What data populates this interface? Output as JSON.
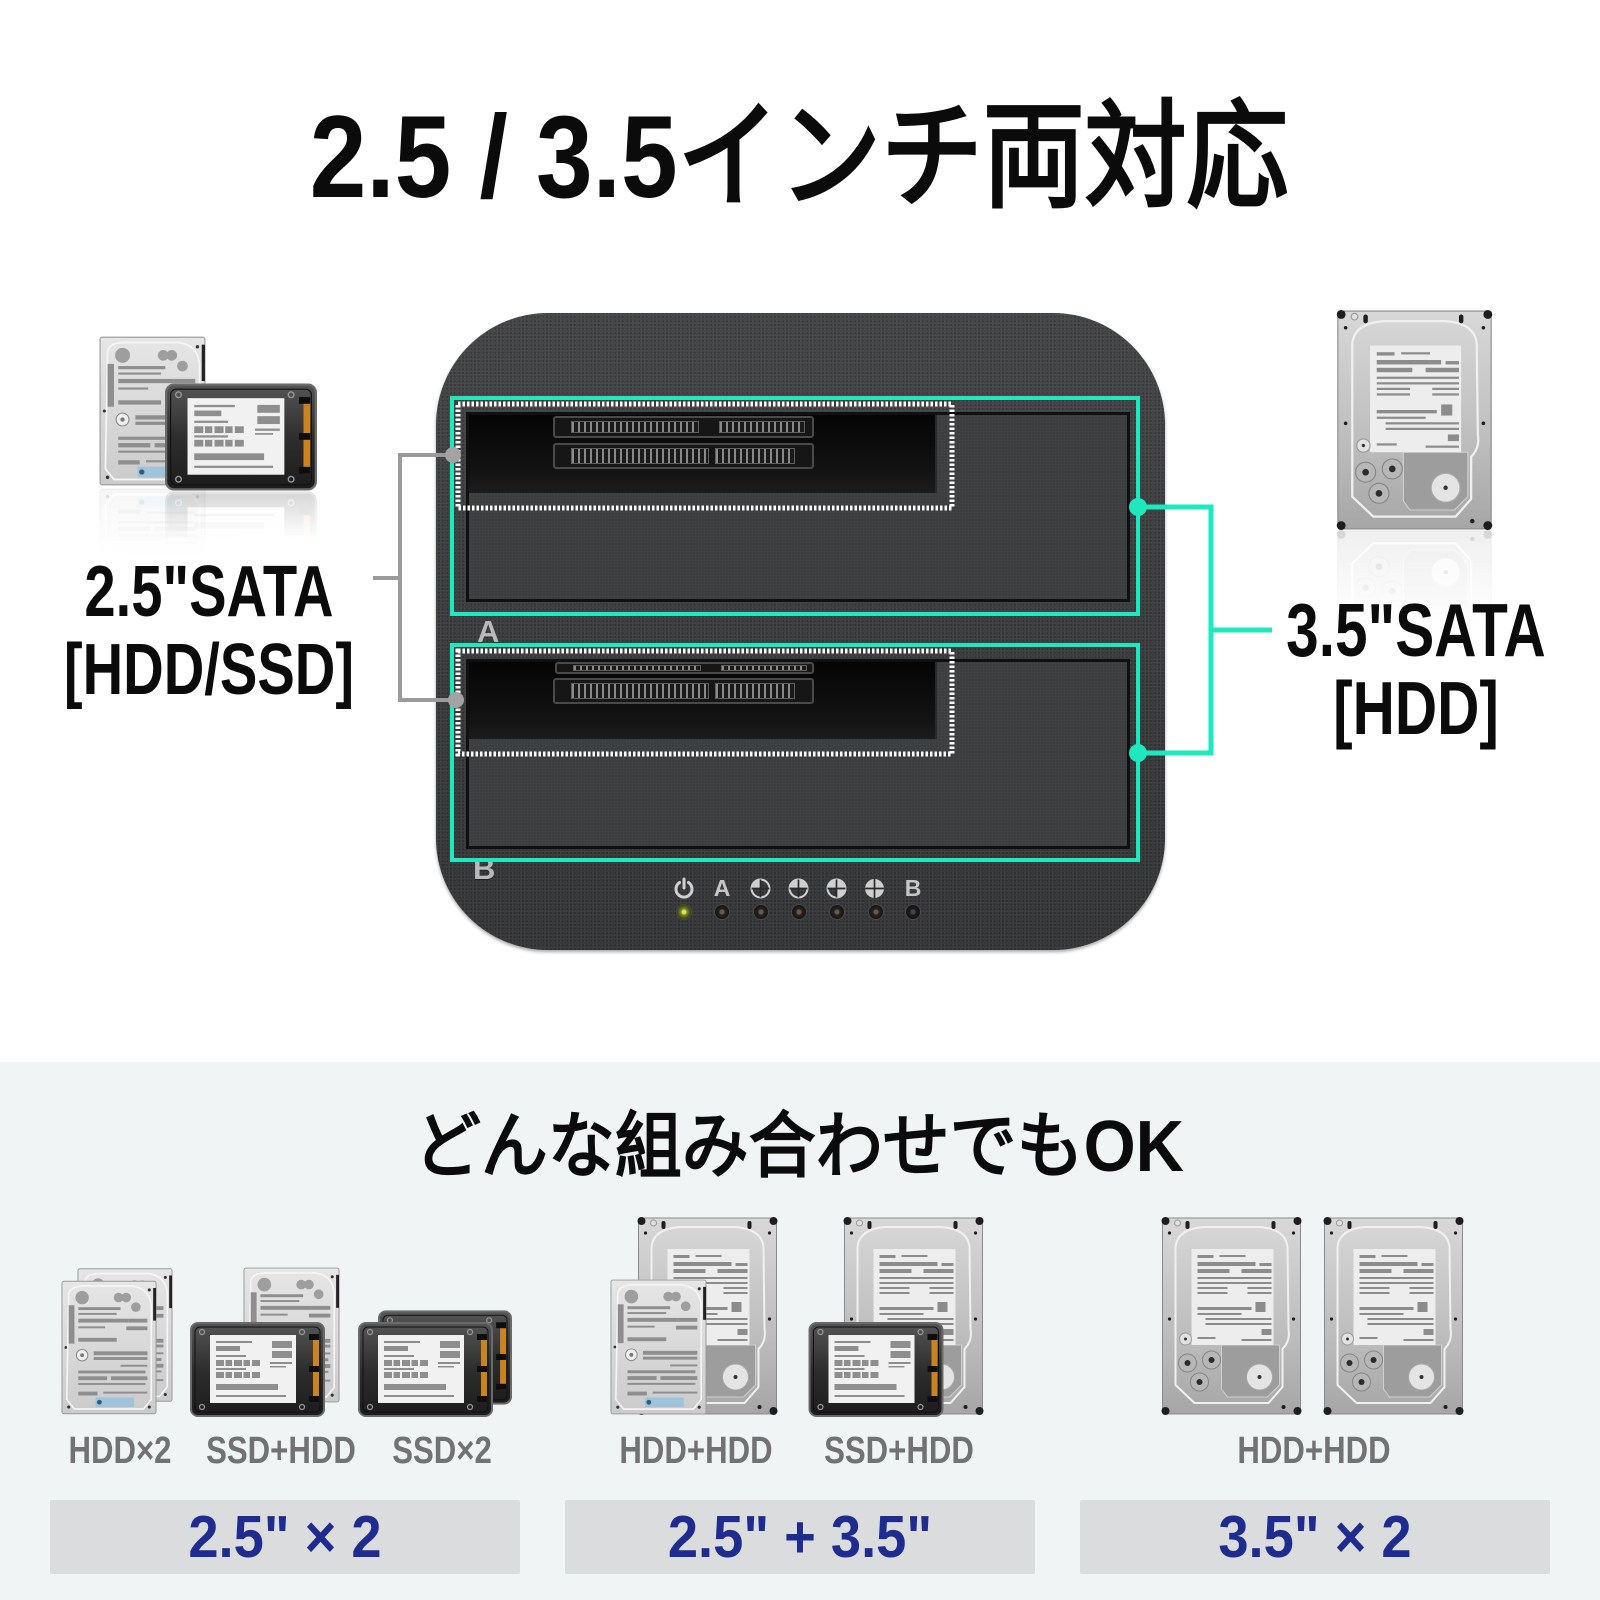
{
  "title": "2.5 / 3.5インチ両対応",
  "left_label": {
    "line1": "2.5\"SATA",
    "line2": "[HDD/SSD]",
    "drives": [
      "hdd-2.5-icon",
      "ssd-2.5-icon"
    ]
  },
  "right_label": {
    "line1": "3.5\"SATA",
    "line2": "[HDD]",
    "drives": [
      "hdd-3.5-icon"
    ]
  },
  "device": {
    "bay_labels": [
      "A",
      "B"
    ],
    "panel": {
      "indicators": [
        {
          "icon": "power-icon",
          "label": "",
          "led": "green-on"
        },
        {
          "icon": "",
          "label": "A",
          "led": "off"
        },
        {
          "icon": "progress-25-icon",
          "label": "",
          "led": "off"
        },
        {
          "icon": "progress-50-icon",
          "label": "",
          "led": "off"
        },
        {
          "icon": "progress-75-icon",
          "label": "",
          "led": "off"
        },
        {
          "icon": "progress-100-icon",
          "label": "",
          "led": "off"
        },
        {
          "icon": "",
          "label": "B",
          "led": "off"
        }
      ]
    }
  },
  "colors": {
    "highlight_teal": "#1ee8bd",
    "bracket_gray": "#9b9b9b",
    "summary_navy": "#1e2b8f",
    "combo_label_gray": "#727272",
    "section_bg": "#f1f4f5",
    "summary_box_bg": "#dadcde"
  },
  "combinations": {
    "heading": "どんな組み合わせでもOK",
    "groups": [
      {
        "items": [
          {
            "label": "HDD×2",
            "drives": [
              "hdd-2.5",
              "hdd-2.5"
            ]
          },
          {
            "label": "SSD+HDD",
            "drives": [
              "ssd-2.5",
              "hdd-2.5"
            ]
          },
          {
            "label": "SSD×2",
            "drives": [
              "ssd-2.5",
              "ssd-2.5"
            ]
          }
        ],
        "summary": "2.5\" × 2"
      },
      {
        "items": [
          {
            "label": "HDD+HDD",
            "drives": [
              "hdd-2.5",
              "hdd-3.5"
            ]
          },
          {
            "label": "SSD+HDD",
            "drives": [
              "ssd-2.5",
              "hdd-3.5"
            ]
          }
        ],
        "summary": "2.5\" + 3.5\""
      },
      {
        "items": [
          {
            "label": "HDD+HDD",
            "drives": [
              "hdd-3.5",
              "hdd-3.5"
            ]
          }
        ],
        "summary": "3.5\" × 2"
      }
    ]
  }
}
